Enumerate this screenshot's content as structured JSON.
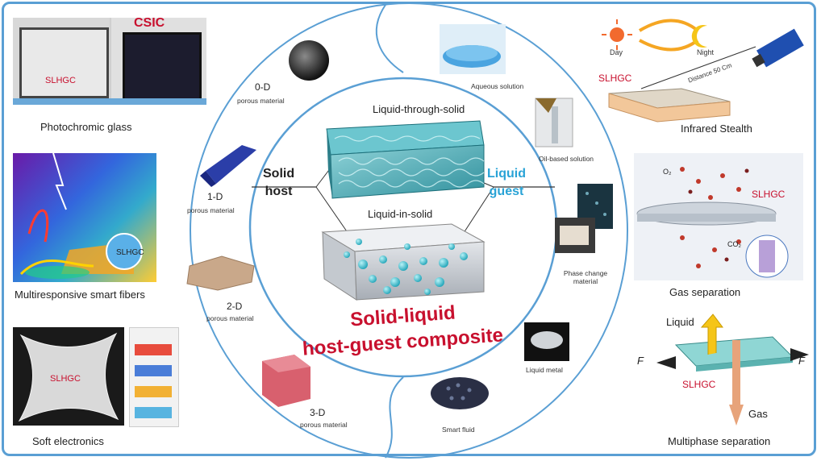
{
  "center": {
    "through_label": "Liquid-through-solid",
    "in_label": "Liquid-in-solid",
    "solid_host": [
      "Solid",
      "host"
    ],
    "liquid_guest": [
      "Liquid",
      "guest"
    ],
    "title_line1": "Solid-liquid",
    "title_line2": "host-guest composite",
    "title_color": "#c8102e",
    "guest_color": "#29a3d6"
  },
  "hosts": [
    {
      "dim": "0-D",
      "sub": "porous material"
    },
    {
      "dim": "1-D",
      "sub": "porous material"
    },
    {
      "dim": "2-D",
      "sub": "porous material"
    },
    {
      "dim": "3-D",
      "sub": "porous material"
    }
  ],
  "guests": [
    {
      "label": "Aqueous solution"
    },
    {
      "label": "Oil-based solution"
    },
    {
      "label": "Phase change material"
    },
    {
      "label": "Liquid metal"
    },
    {
      "label": "Smart fluid"
    }
  ],
  "applications": {
    "photochromic": {
      "caption": "Photochromic glass",
      "brand": "CSIC",
      "tag": "SLHGC"
    },
    "fibers": {
      "caption": "Multiresponsive smart fibers",
      "tag": "SLHGC"
    },
    "soft": {
      "caption": "Soft electronics",
      "tag": "SLHGC"
    },
    "infrared": {
      "caption": "Infrared Stealth",
      "day": "Day",
      "night": "Night",
      "tag": "SLHGC",
      "distance": "Distance 50 Cm",
      "camera": "IR camera"
    },
    "gas": {
      "caption": "Gas separation",
      "tag": "SLHGC",
      "o2": "O₂",
      "co2": "CO₂"
    },
    "multiphase": {
      "caption": "Multiphase separation",
      "liquid": "Liquid",
      "gas": "Gas",
      "tag": "SLHGC",
      "f_left": "F",
      "f_right": "F"
    }
  }
}
